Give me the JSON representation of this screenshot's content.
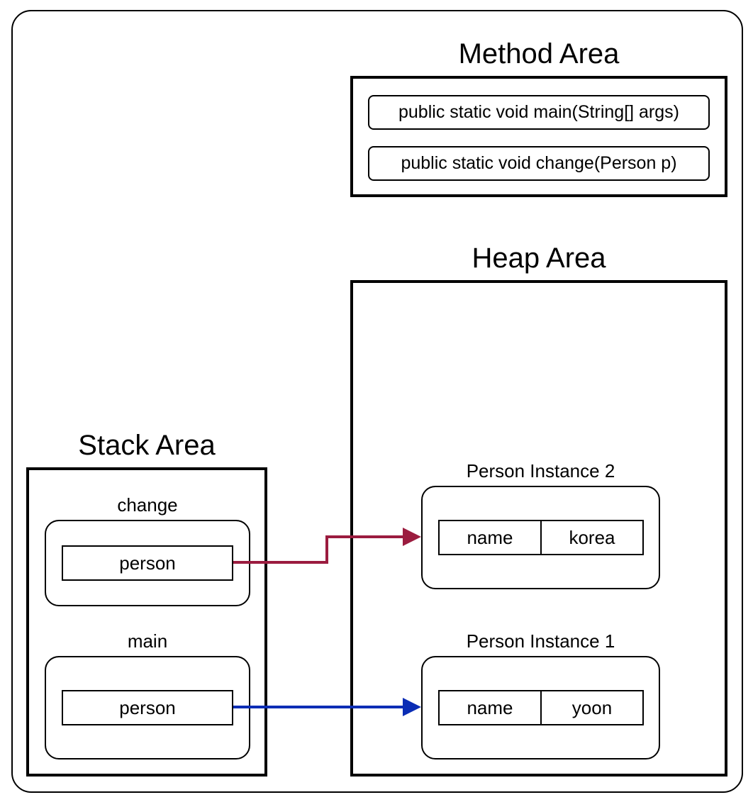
{
  "method_area": {
    "title": "Method Area",
    "items": [
      "public static void main(String[] args)",
      "public static void change(Person p)"
    ]
  },
  "heap_area": {
    "title": "Heap Area",
    "instances": [
      {
        "label": "Person Instance 2",
        "field": "name",
        "value": "korea"
      },
      {
        "label": "Person Instance 1",
        "field": "name",
        "value": "yoon"
      }
    ]
  },
  "stack_area": {
    "title": "Stack Area",
    "frames": [
      {
        "label": "change",
        "variable": "person"
      },
      {
        "label": "main",
        "variable": "person"
      }
    ]
  },
  "references": [
    {
      "from": "change.person",
      "to": "Person Instance 2",
      "color": "#9b1c3f"
    },
    {
      "from": "main.person",
      "to": "Person Instance 1",
      "color": "#0a2db5"
    }
  ]
}
